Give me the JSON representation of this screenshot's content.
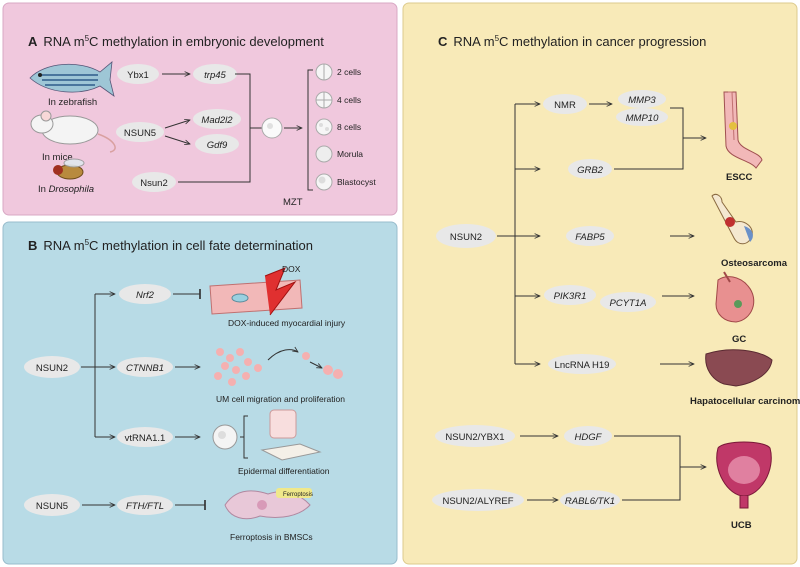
{
  "panelA": {
    "letter": "A",
    "title_pre": "RNA m",
    "title_sup": "5",
    "title_post": "C methylation in embryonic development",
    "zebrafish_label": "In zebrafish",
    "mice_label": "In mice",
    "drosophila_pre": "In ",
    "drosophila_name": "Drosophila",
    "ybx1": "Ybx1",
    "trp45": "trp45",
    "nsun5": "NSUN5",
    "mad2l2": "Mad2l2",
    "gdf9": "Gdf9",
    "nsun2": "Nsun2",
    "mzt": "MZT",
    "stages": [
      "2 cells",
      "4 cells",
      "8 cells",
      "Morula",
      "Blastocyst"
    ]
  },
  "panelB": {
    "letter": "B",
    "title_pre": "RNA m",
    "title_sup": "5",
    "title_post": "C methylation in cell fate determination",
    "nsun2": "NSUN2",
    "nrf2": "Nrf2",
    "dox": "DOX",
    "dox_caption": "DOX-induced myocardial injury",
    "ctnnb1": "CTNNB1",
    "um_caption": "UM cell migration and proliferation",
    "vtrna": "vtRNA1.1",
    "epi_caption": "Epidermal differentiation",
    "nsun5": "NSUN5",
    "fth": "FTH/FTL",
    "ferro_caption": "Ferroptosis in BMSCs",
    "ferroptosis_tag": "Ferroptosis"
  },
  "panelC": {
    "letter": "C",
    "title_pre": "RNA m",
    "title_sup": "5",
    "title_post": "C methylation in cancer progression",
    "nsun2": "NSUN2",
    "nmr": "NMR",
    "mmp3": "MMP3",
    "mmp10": "MMP10",
    "grb2": "GRB2",
    "escc": "ESCC",
    "fabp5": "FABP5",
    "osteo": "Osteosarcoma",
    "pik3r1": "PIK3R1",
    "pcyt1a": "PCYT1A",
    "gc": "GC",
    "lnc": "LncRNA H19",
    "hcc": "Hapatocellular carcinoma",
    "nsun2_ybx1": "NSUN2/YBX1",
    "hdgf": "HDGF",
    "nsun2_alyref": "NSUN2/ALYREF",
    "rabl6": "RABL6/TK1",
    "ucb": "UCB"
  },
  "colors": {
    "panelA_bg": "#f0c8dd",
    "panelB_bg": "#b8dbe6",
    "panelC_bg": "#f8eab8",
    "ellipse": "#e8e8e8"
  },
  "icons": [
    "zebrafish-icon",
    "mouse-icon",
    "drosophila-icon",
    "embryo-icon",
    "myocardium-icon",
    "uveal-cells-icon",
    "epidermal-cells-icon",
    "bmsc-icon",
    "esophagus-icon",
    "bone-icon",
    "stomach-icon",
    "liver-icon",
    "bladder-icon"
  ]
}
